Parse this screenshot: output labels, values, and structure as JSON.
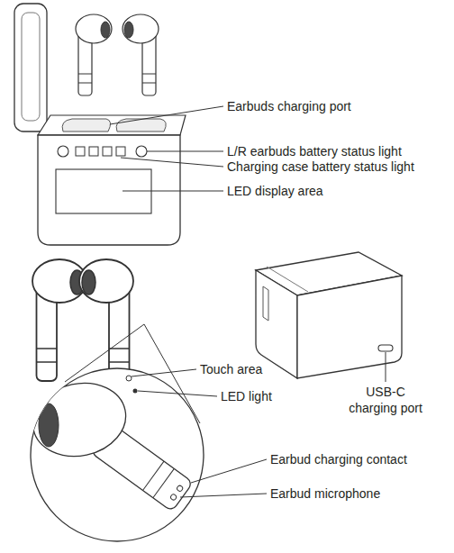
{
  "diagram": {
    "labels": [
      "Earbuds charging port",
      "L/R earbuds battery status light",
      "Charging case battery status light",
      "LED display area",
      "USB-C charging port",
      "Touch area",
      "LED light",
      "Earbud charging contact",
      "Earbud microphone"
    ]
  }
}
